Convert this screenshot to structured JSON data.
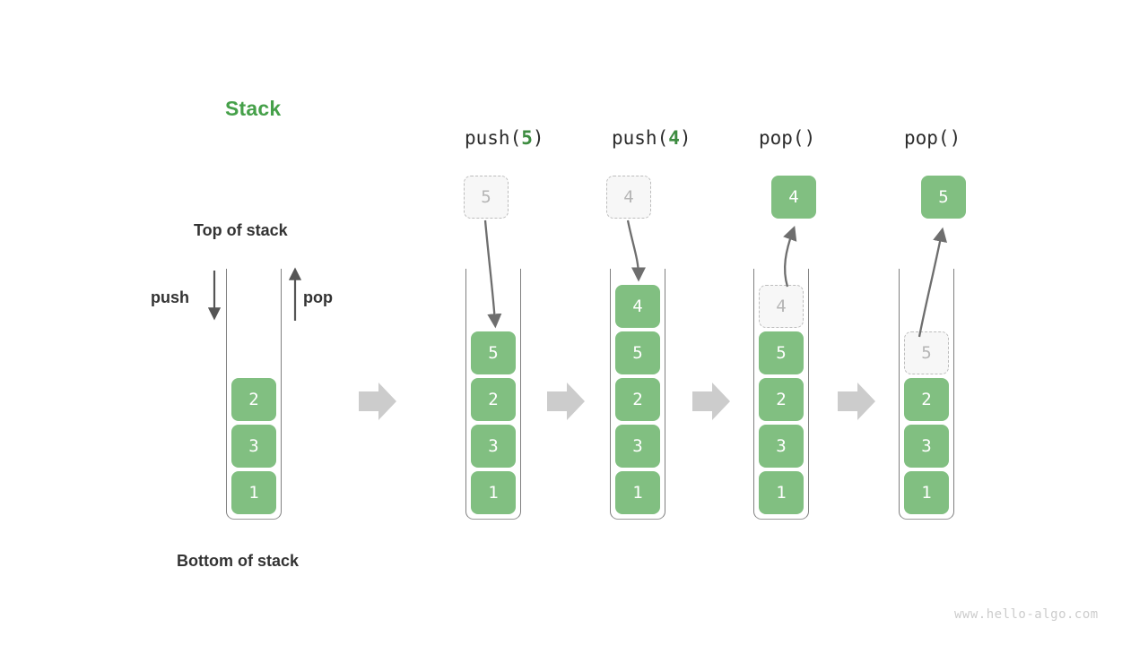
{
  "diagram": {
    "title": "Stack",
    "title_color": "#45a049",
    "watermark": "www.hello-algo.com",
    "labels": {
      "top_of_stack": "Top of stack",
      "bottom_of_stack": "Bottom of stack",
      "push": "push",
      "pop": "pop"
    },
    "colors": {
      "element_fill": "#81bf81",
      "element_text": "#ffffff",
      "ghost_fill": "#f7f7f7",
      "ghost_border": "#bdbdbd",
      "ghost_text": "#b5b5b5",
      "container_border": "#808080",
      "arrow": "#6e6e6e",
      "step_arrow": "#cccccc",
      "watermark": "#cccccc"
    },
    "steps": [
      {
        "id": "initial",
        "header": null,
        "header_prefix": "",
        "header_arg": "",
        "header_suffix": "",
        "elements": [
          "2",
          "3",
          "1"
        ],
        "ghost_in_stack": null,
        "float_box": null,
        "float_box_kind": null,
        "arrow_direction": null
      },
      {
        "id": "push-5",
        "header_prefix": "push(",
        "header_arg": "5",
        "header_suffix": ")",
        "elements": [
          "5",
          "2",
          "3",
          "1"
        ],
        "ghost_in_stack": null,
        "float_box": "5",
        "float_box_kind": "ghost",
        "arrow_direction": "down"
      },
      {
        "id": "push-4",
        "header_prefix": "push(",
        "header_arg": "4",
        "header_suffix": ")",
        "elements": [
          "4",
          "5",
          "2",
          "3",
          "1"
        ],
        "ghost_in_stack": null,
        "float_box": "4",
        "float_box_kind": "ghost",
        "arrow_direction": "down"
      },
      {
        "id": "pop-1",
        "header_prefix": "pop()",
        "header_arg": "",
        "header_suffix": "",
        "elements": [
          "5",
          "2",
          "3",
          "1"
        ],
        "ghost_in_stack": "4",
        "float_box": "4",
        "float_box_kind": "filled",
        "arrow_direction": "up"
      },
      {
        "id": "pop-2",
        "header_prefix": "pop()",
        "header_arg": "",
        "header_suffix": "",
        "elements": [
          "2",
          "3",
          "1"
        ],
        "ghost_in_stack": "5",
        "float_box": "5",
        "float_box_kind": "filled",
        "arrow_direction": "up"
      }
    ],
    "step_separators": 4
  }
}
